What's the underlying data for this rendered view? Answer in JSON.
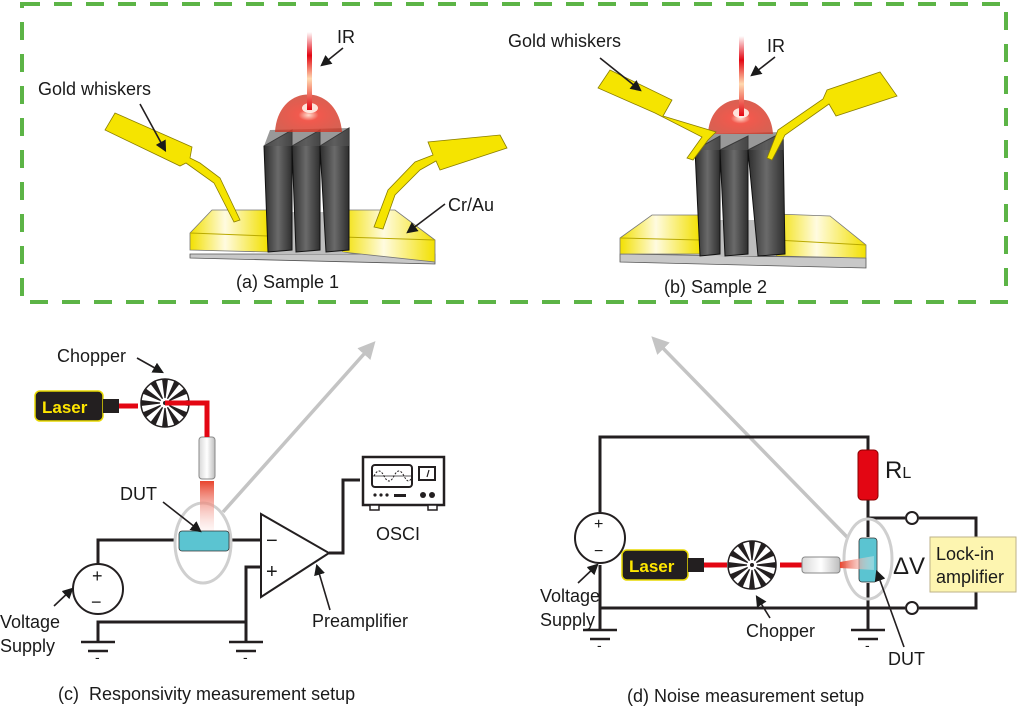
{
  "figure": {
    "panels": {
      "a": {
        "caption": "(a) Sample 1",
        "labels": {
          "whiskers": "Gold whiskers",
          "ir": "IR",
          "contact": "Cr/Au"
        }
      },
      "b": {
        "caption": "(b) Sample 2",
        "labels": {
          "whiskers": "Gold whiskers",
          "ir": "IR"
        }
      },
      "c": {
        "caption": "(c)  Responsivity measurement setup",
        "labels": {
          "chopper": "Chopper",
          "laser": "Laser",
          "dut": "DUT",
          "osci": "OSCI",
          "preamp": "Preamplifier",
          "supply_line1": "Voltage",
          "supply_line2": "Supply",
          "minus_input": "−",
          "plus_input": "+",
          "src_plus": "+",
          "src_minus": "−",
          "ground_mark": "-"
        }
      },
      "d": {
        "caption": "(d) Noise measurement setup",
        "labels": {
          "load_resistor": "R",
          "load_resistor_sub": "L",
          "delta_v": "ΔV",
          "lockin_line1": "Lock-in",
          "lockin_line2": "amplifier",
          "laser": "Laser",
          "chopper": "Chopper",
          "dut": "DUT",
          "supply_line1": "Voltage",
          "supply_line2": "Supply",
          "src_plus": "+",
          "src_minus": "−",
          "ground_mark": "-"
        }
      }
    },
    "colors": {
      "dashed_border": "#5cb446",
      "gold": "#f5e400",
      "laser_beam": "#e30613",
      "laser_body": "#231f20",
      "laser_text": "#ffe600",
      "dut": "#5bc4d1",
      "resistor": "#e30613",
      "lockin_box": "#fdf5b0",
      "pointer_arrow": "#c4c4c4",
      "sample_dark": "#3a3a3a",
      "substrate": "#c8c8c8"
    }
  }
}
